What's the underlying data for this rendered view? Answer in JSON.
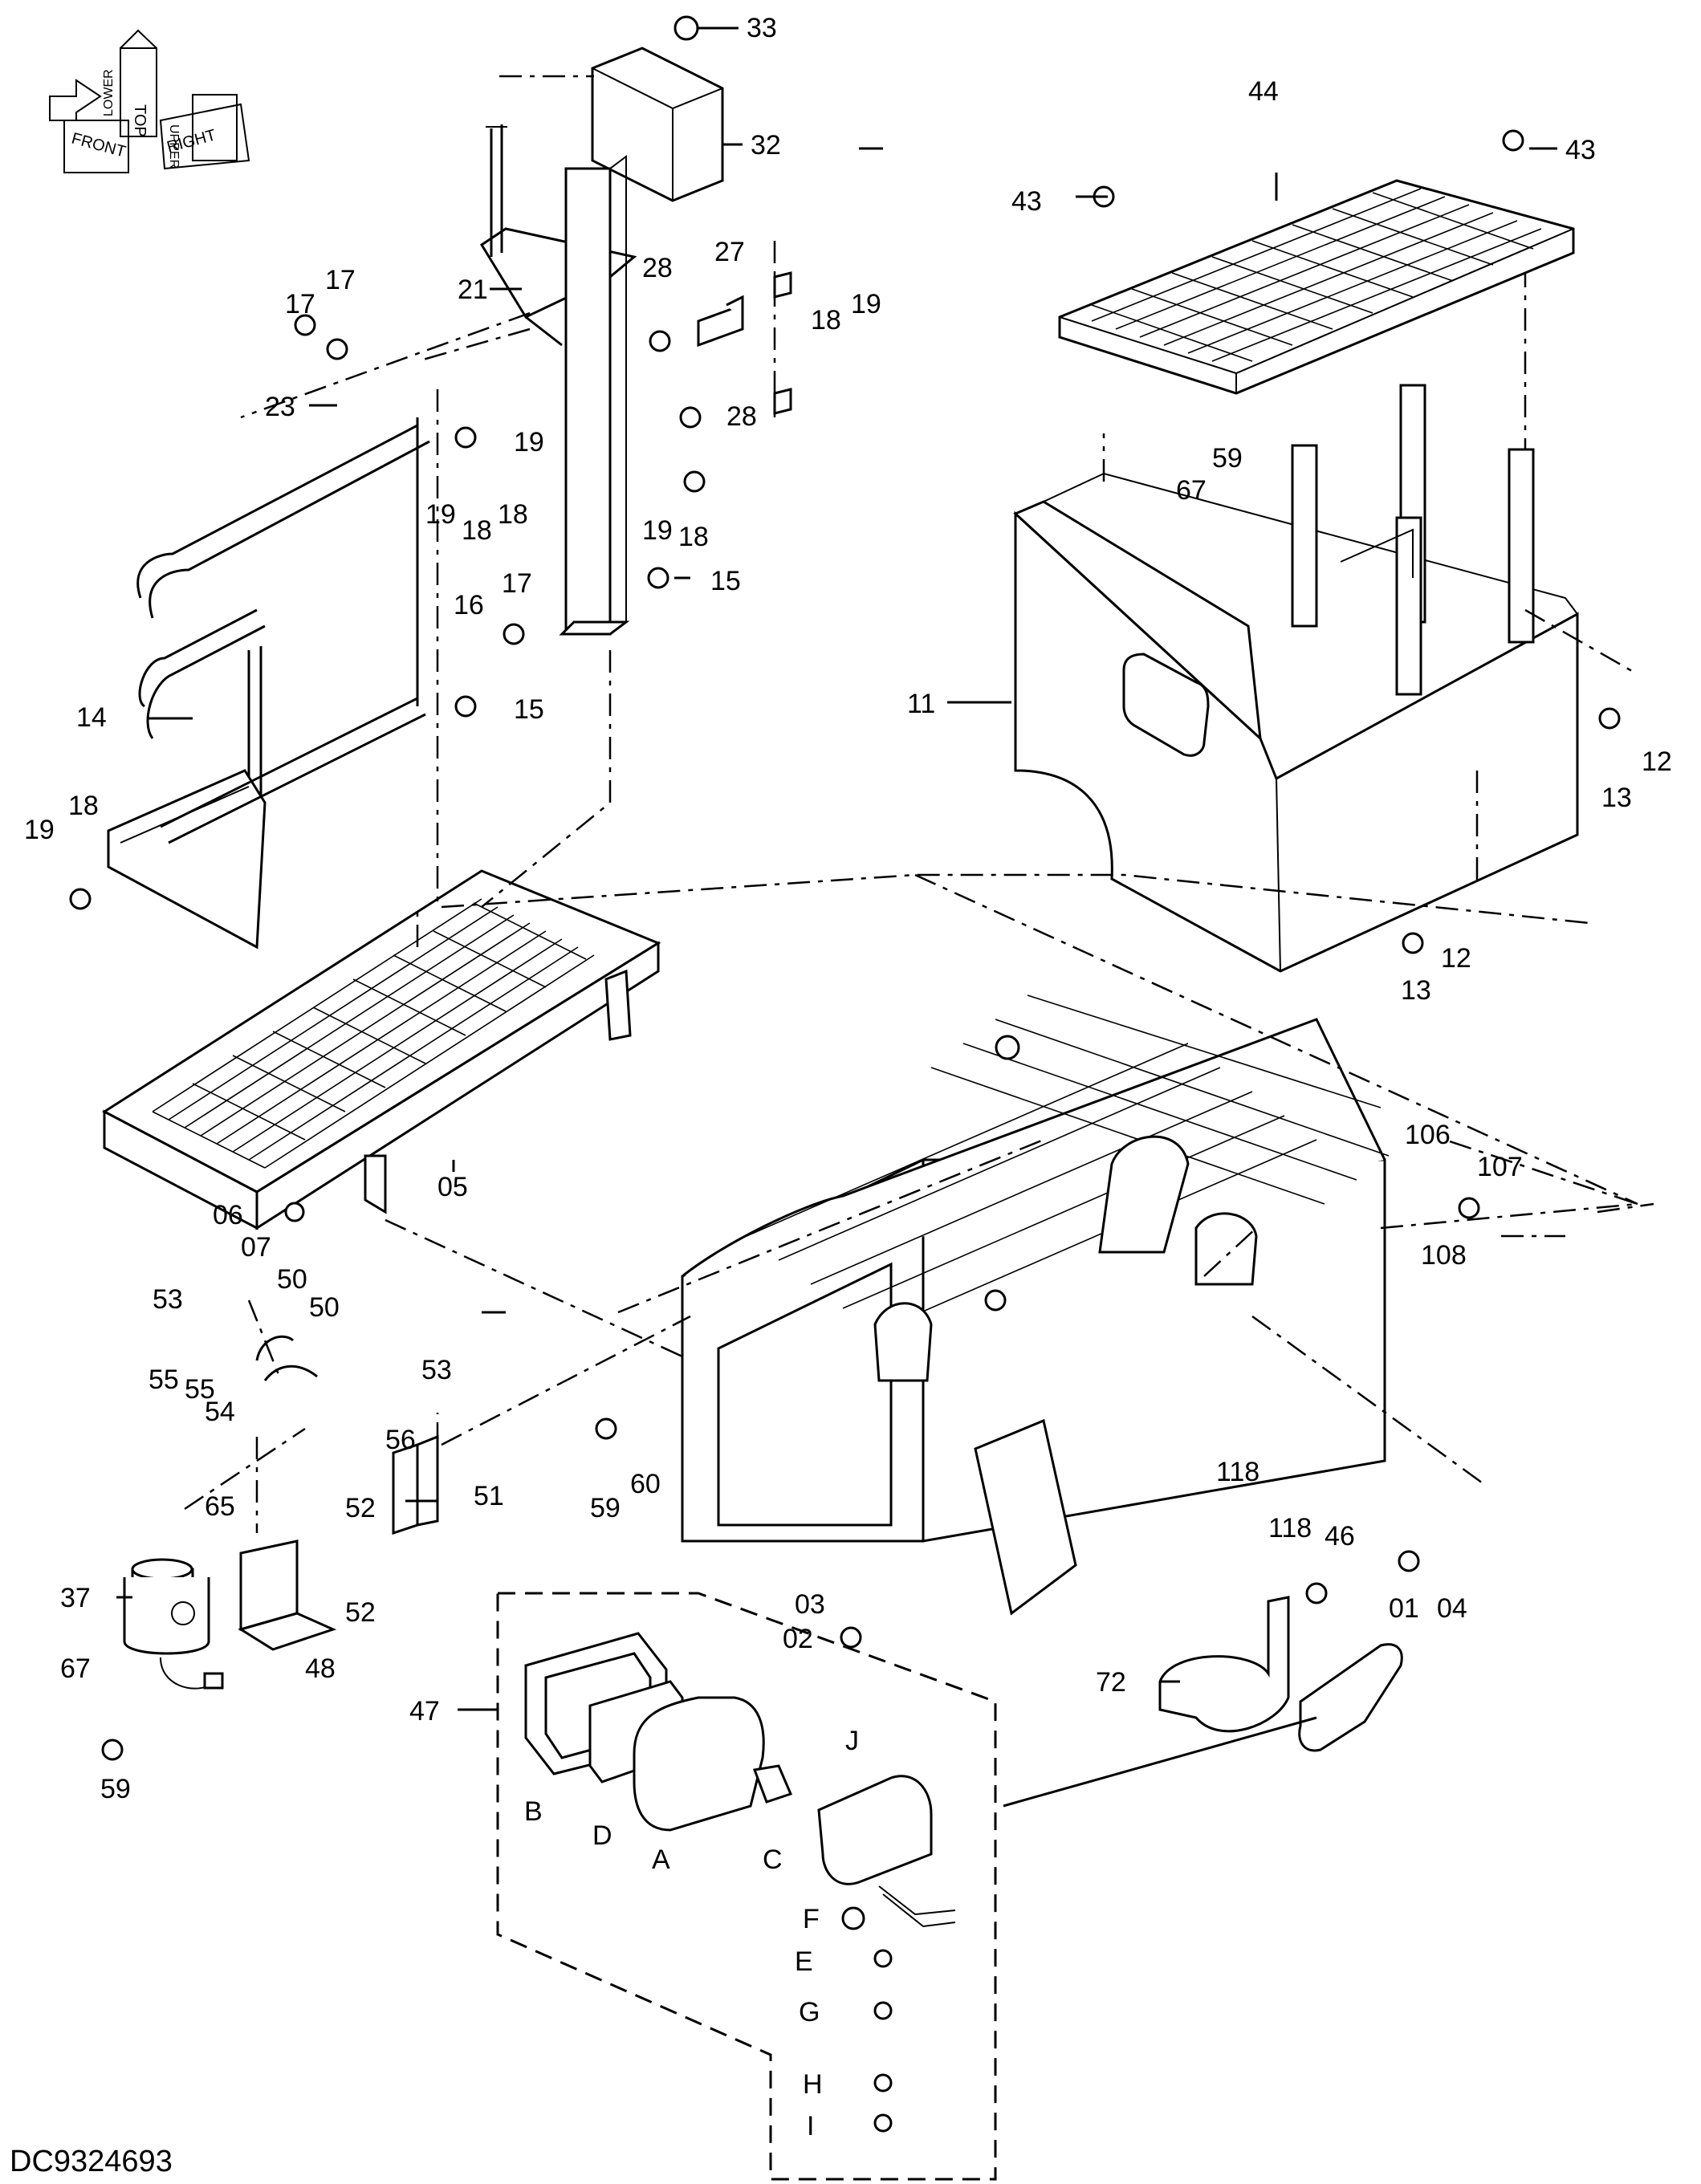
{
  "drawing_code": "DC9324693",
  "orientation_marker": {
    "labels": [
      "TOP",
      "FRONT",
      "RIGHT",
      "LOWER",
      "UPPER"
    ],
    "icon": "orientation-cube-icon"
  },
  "callouts": [
    {
      "id": "c33",
      "text": "33"
    },
    {
      "id": "c32",
      "text": "32"
    },
    {
      "id": "c21",
      "text": "21"
    },
    {
      "id": "c28a",
      "text": "28"
    },
    {
      "id": "c28b",
      "text": "28"
    },
    {
      "id": "c27",
      "text": "27"
    },
    {
      "id": "c18a",
      "text": "18"
    },
    {
      "id": "c19a",
      "text": "19"
    },
    {
      "id": "c17a",
      "text": "17"
    },
    {
      "id": "c17b",
      "text": "17"
    },
    {
      "id": "c23",
      "text": "23"
    },
    {
      "id": "c19b",
      "text": "19"
    },
    {
      "id": "c19c",
      "text": "19"
    },
    {
      "id": "c18b",
      "text": "18"
    },
    {
      "id": "c18c",
      "text": "18"
    },
    {
      "id": "c19d",
      "text": "19"
    },
    {
      "id": "c18d",
      "text": "18"
    },
    {
      "id": "c15a",
      "text": "15"
    },
    {
      "id": "c16",
      "text": "16"
    },
    {
      "id": "c17c",
      "text": "17"
    },
    {
      "id": "c15b",
      "text": "15"
    },
    {
      "id": "c14",
      "text": "14"
    },
    {
      "id": "c19e",
      "text": "19"
    },
    {
      "id": "c18e",
      "text": "18"
    },
    {
      "id": "c05",
      "text": "05"
    },
    {
      "id": "c06",
      "text": "06"
    },
    {
      "id": "c07",
      "text": "07"
    },
    {
      "id": "c44",
      "text": "44"
    },
    {
      "id": "c43a",
      "text": "43"
    },
    {
      "id": "c43b",
      "text": "43"
    },
    {
      "id": "c59a",
      "text": "59"
    },
    {
      "id": "c67a",
      "text": "67"
    },
    {
      "id": "c11",
      "text": "11"
    },
    {
      "id": "c12a",
      "text": "12"
    },
    {
      "id": "c13a",
      "text": "13"
    },
    {
      "id": "c13b",
      "text": "13"
    },
    {
      "id": "c12b",
      "text": "12"
    },
    {
      "id": "c106",
      "text": "106"
    },
    {
      "id": "c107",
      "text": "107"
    },
    {
      "id": "c108",
      "text": "108"
    },
    {
      "id": "c53a",
      "text": "53"
    },
    {
      "id": "c50a",
      "text": "50"
    },
    {
      "id": "c50b",
      "text": "50"
    },
    {
      "id": "c53b",
      "text": "53"
    },
    {
      "id": "c55a",
      "text": "55"
    },
    {
      "id": "c55b",
      "text": "55"
    },
    {
      "id": "c54",
      "text": "54"
    },
    {
      "id": "c56",
      "text": "56"
    },
    {
      "id": "c51",
      "text": "51"
    },
    {
      "id": "c52a",
      "text": "52"
    },
    {
      "id": "c52b",
      "text": "52"
    },
    {
      "id": "c65",
      "text": "65"
    },
    {
      "id": "c37",
      "text": "37"
    },
    {
      "id": "c48",
      "text": "48"
    },
    {
      "id": "c67b",
      "text": "67"
    },
    {
      "id": "c59b",
      "text": "59"
    },
    {
      "id": "c59c",
      "text": "59"
    },
    {
      "id": "c60",
      "text": "60"
    },
    {
      "id": "c118a",
      "text": "118"
    },
    {
      "id": "c118b",
      "text": "118"
    },
    {
      "id": "c46",
      "text": "46"
    },
    {
      "id": "c01",
      "text": "01"
    },
    {
      "id": "c04",
      "text": "04"
    },
    {
      "id": "c03",
      "text": "03"
    },
    {
      "id": "c02",
      "text": "02"
    },
    {
      "id": "c72",
      "text": "72"
    },
    {
      "id": "c47",
      "text": "47"
    },
    {
      "id": "cJ",
      "text": "J"
    },
    {
      "id": "cB",
      "text": "B"
    },
    {
      "id": "cD",
      "text": "D"
    },
    {
      "id": "cA",
      "text": "A"
    },
    {
      "id": "cC",
      "text": "C"
    },
    {
      "id": "cF",
      "text": "F"
    },
    {
      "id": "cE",
      "text": "E"
    },
    {
      "id": "cG",
      "text": "G"
    },
    {
      "id": "cH",
      "text": "H"
    },
    {
      "id": "cI",
      "text": "I"
    }
  ]
}
